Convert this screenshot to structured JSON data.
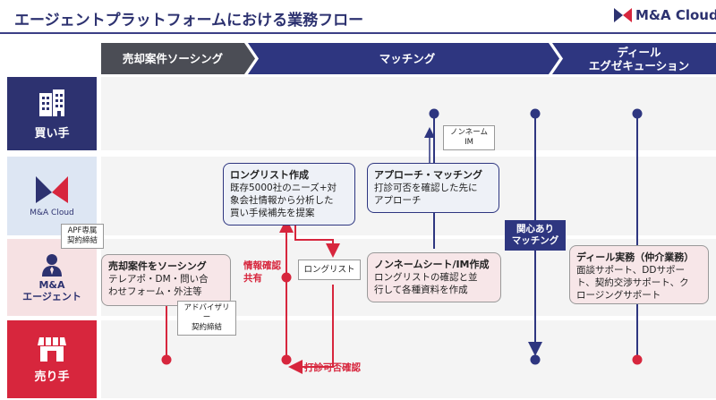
{
  "title": "エージェントプラットフォームにおける業務フロー",
  "logo": {
    "text": "M&A Cloud"
  },
  "phases": [
    {
      "label": "売却案件ソーシング"
    },
    {
      "label": "マッチング"
    },
    {
      "label_line1": "ディール",
      "label_line2": "エグゼキューション"
    }
  ],
  "rows": {
    "buyer": "買い手",
    "platform": "M&A Cloud",
    "agent_line1": "M&A",
    "agent_line2": "エージェント",
    "seller": "売り手"
  },
  "boxes": {
    "longlist": {
      "title": "ロングリスト作成",
      "line1": "既存5000社のニーズ+対",
      "line2": "象会社情報から分析した",
      "line3": "買い手候補先を提案"
    },
    "approach": {
      "title": "アプローチ・マッチング",
      "line1": "打診可否を確認した先に",
      "line2": "アプローチ"
    },
    "sourcing": {
      "title": "売却案件をソーシング",
      "line1": "テレアポ・DM・問い合",
      "line2": "わせフォーム・外注等"
    },
    "nonname": {
      "title": "ノンネームシート/IM作成",
      "line1": "ロングリストの確認と並",
      "line2": "行して各種資料を作成"
    },
    "deal": {
      "title": "ディール実務（仲介業務）",
      "line1": "面談サポート、DDサポー",
      "line2": "ト、契約交渉サポート、ク",
      "line3": "ロージングサポート"
    },
    "interest_line1": "関心あり",
    "interest_line2": "マッチング"
  },
  "notes": {
    "apf_line1": "APF専属",
    "apf_line2": "契約締結",
    "advisory_line1": "アドバイザリー",
    "advisory_line2": "契約締結",
    "longlist_doc": "ロングリスト",
    "nonname_doc_line1": "ノンネーム",
    "nonname_doc_line2": "IM"
  },
  "labels": {
    "info_line1": "情報確認",
    "info_line2": "共有",
    "confirm": "打診可否確認"
  },
  "colors": {
    "navy": "#2d3270",
    "phase_gray": "#4b4d55",
    "phase_navy": "#2e3680",
    "red": "#d7263d",
    "buyer_dot": "#2e3680",
    "platform_bg": "#dde6f3",
    "agent_bg": "#f6e1e3",
    "box_blue": "#eef1f7",
    "box_pink": "#f7e6e8"
  },
  "icons": [
    "building-icon",
    "m-logo-icon",
    "person-icon",
    "shop-icon"
  ]
}
